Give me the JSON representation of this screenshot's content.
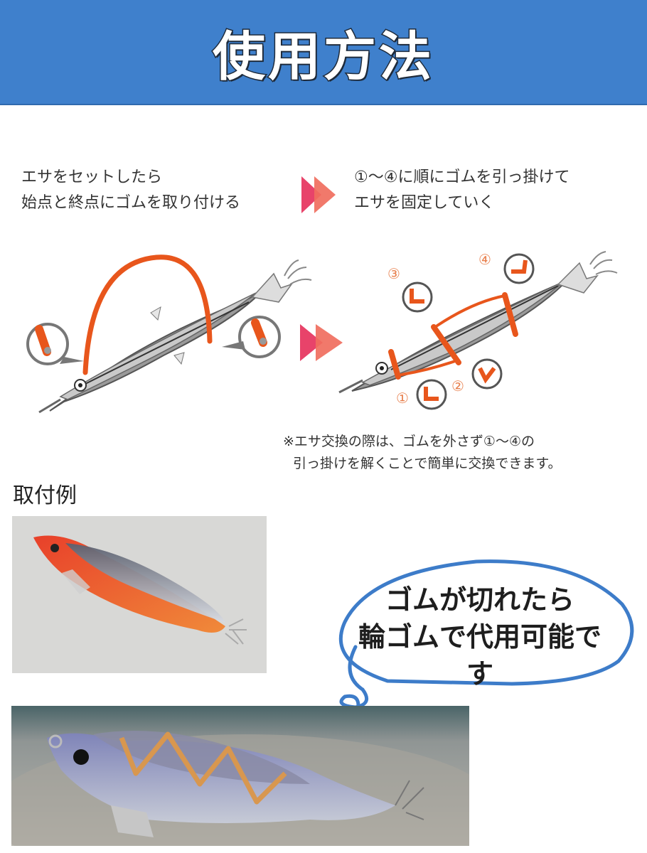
{
  "banner": {
    "title": "使用方法",
    "background_color": "#3f80cc"
  },
  "steps": {
    "step1": {
      "lines": [
        "エサをセットしたら",
        "始点と終点にゴムを取り付ける"
      ]
    },
    "step2": {
      "lines": [
        "①〜④に順にゴムを引っ掛けて",
        "エサを固定していく"
      ]
    },
    "arrow_icon": "double-chevron-right-icon",
    "arrow_colors": [
      "#e8436a",
      "#f06e5e"
    ]
  },
  "diagrams": {
    "left": {
      "description": "fish bait on squid jig with orange rubber band attached at start and end points",
      "callouts": 2
    },
    "right": {
      "description": "fish bait secured with rubber band hooked at points 1-4",
      "labels": [
        "①",
        "②",
        "③",
        "④"
      ]
    },
    "band_color": "#e8561c"
  },
  "note": {
    "lines": [
      "※エサ交換の際は、ゴムを外さず①〜④の",
      "引っ掛けを解くことで簡単に交換できます。"
    ]
  },
  "examples": {
    "heading": "取付例",
    "photo1": "orange squid jig with bait fish attached",
    "photo2": "purple squid jig with bait fish fixed by rubber band on sand"
  },
  "bubble": {
    "lines": [
      "ゴムが切れたら",
      "輪ゴムで代用可能です"
    ],
    "stroke_color": "#3d7cc9"
  }
}
